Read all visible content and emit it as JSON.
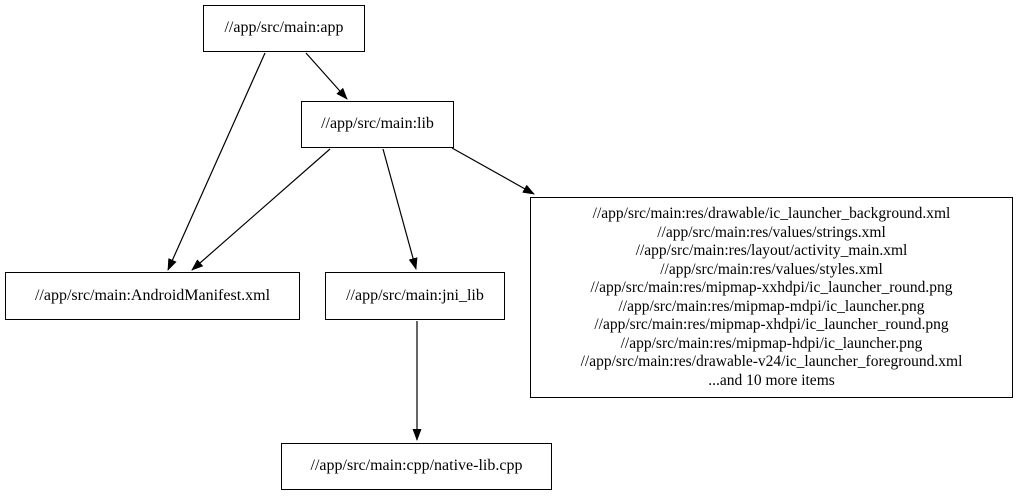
{
  "graph": {
    "type": "directed-dependency-graph",
    "background_color": "#ffffff",
    "node_fill_color": "#ffffff",
    "node_border_color": "#000000",
    "edge_color": "#000000",
    "text_color": "#000000",
    "nodes": {
      "app": {
        "label": "//app/src/main:app"
      },
      "lib": {
        "label": "//app/src/main:lib"
      },
      "manifest": {
        "label": "//app/src/main:AndroidManifest.xml"
      },
      "jni_lib": {
        "label": "//app/src/main:jni_lib"
      },
      "res_group": {
        "lines": [
          "//app/src/main:res/drawable/ic_launcher_background.xml",
          "//app/src/main:res/values/strings.xml",
          "//app/src/main:res/layout/activity_main.xml",
          "//app/src/main:res/values/styles.xml",
          "//app/src/main:res/mipmap-xxhdpi/ic_launcher_round.png",
          "//app/src/main:res/mipmap-mdpi/ic_launcher.png",
          "//app/src/main:res/mipmap-xhdpi/ic_launcher_round.png",
          "//app/src/main:res/mipmap-hdpi/ic_launcher.png",
          "//app/src/main:res/drawable-v24/ic_launcher_foreground.xml",
          "...and 10 more items"
        ]
      },
      "native_lib": {
        "label": "//app/src/main:cpp/native-lib.cpp"
      }
    },
    "edges": [
      {
        "from": "app",
        "to": "manifest"
      },
      {
        "from": "app",
        "to": "lib"
      },
      {
        "from": "lib",
        "to": "manifest"
      },
      {
        "from": "lib",
        "to": "jni_lib"
      },
      {
        "from": "lib",
        "to": "res_group"
      },
      {
        "from": "jni_lib",
        "to": "native_lib"
      }
    ]
  }
}
